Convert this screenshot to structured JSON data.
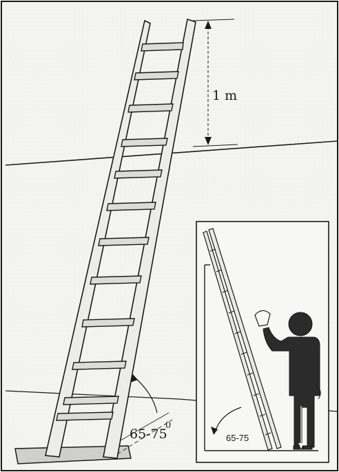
{
  "height_label": "1 m",
  "main_angle_label": "65-75",
  "main_angle_superscript": "0",
  "inset_angle_label": "65-75",
  "colors": {
    "ink": "#1a1a1a",
    "paper": "#f4f4f2",
    "figure": "#2b2b2b",
    "ladder_fill": "#e9e9e6"
  },
  "icons": {
    "person": "person-silhouette-icon",
    "ladder": "ladder-icon"
  }
}
